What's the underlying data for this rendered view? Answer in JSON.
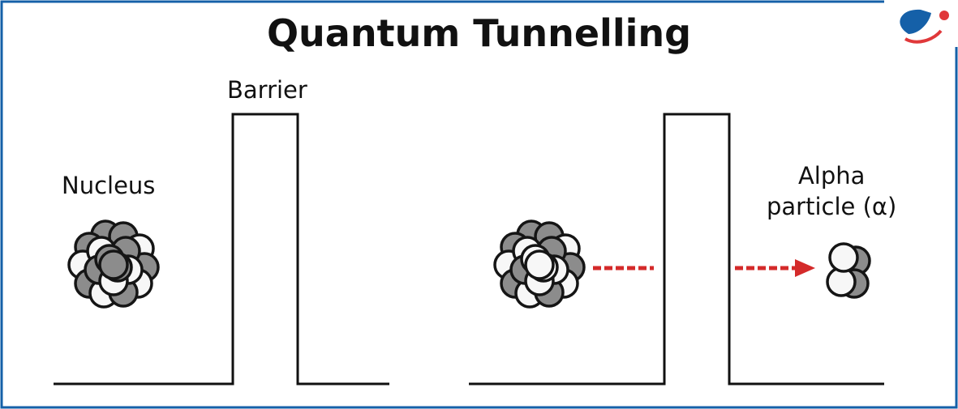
{
  "title": "Quantum Tunnelling",
  "labels": {
    "barrier": "Barrier",
    "nucleus": "Nucleus",
    "alpha_line1": "Alpha",
    "alpha_line2": "particle (α)"
  },
  "colors": {
    "frame": "#1560a8",
    "arrow": "#d42a2a",
    "proton": "#8c8c8c",
    "neutron": "#f7f7f7",
    "logo_blue": "#1560a8",
    "logo_red": "#e0383a"
  }
}
